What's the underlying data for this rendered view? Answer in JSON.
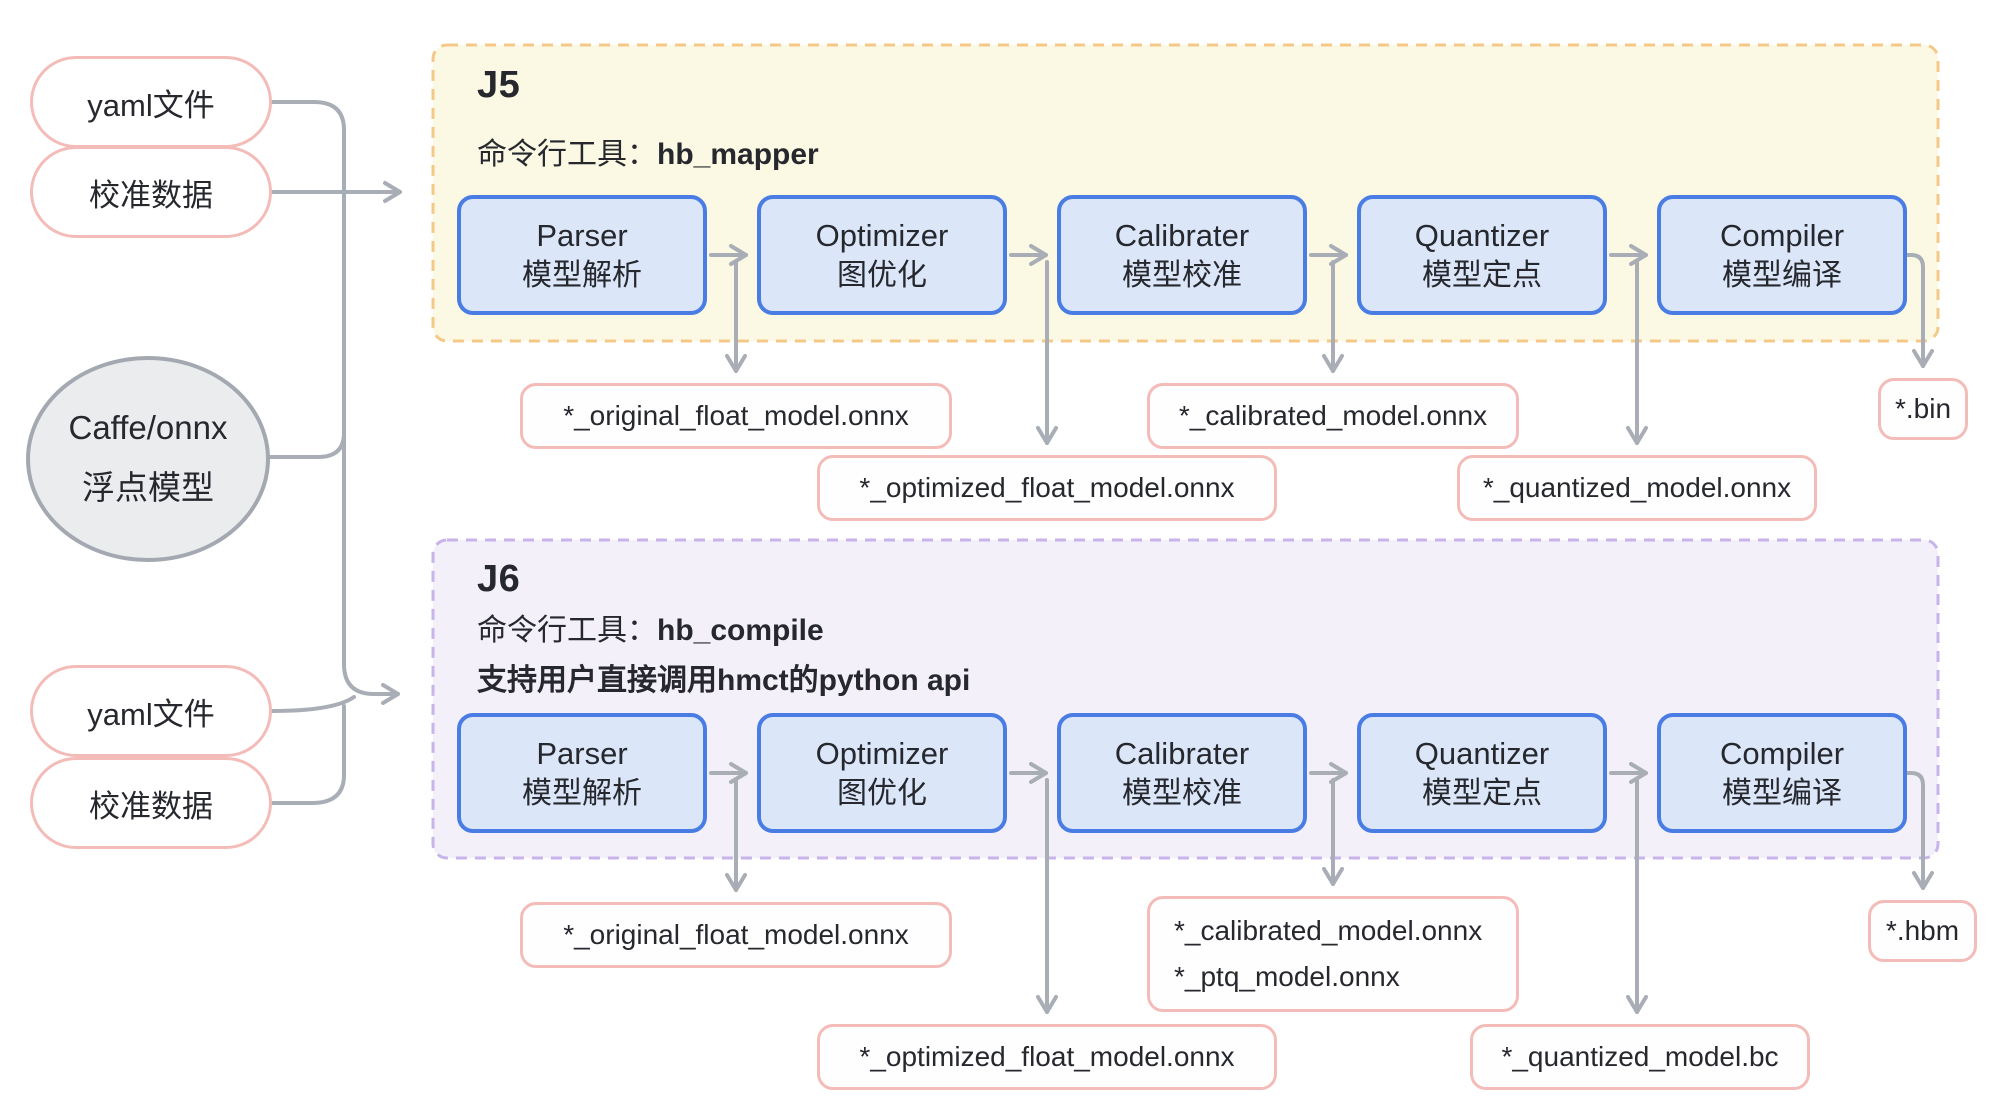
{
  "palette": {
    "j5_panel_bg": "#fbf9e3",
    "j5_panel_border": "#f4c988",
    "j6_panel_bg": "#f3f0fa",
    "j6_panel_border": "#c8b3eb",
    "stage_bg": "#dbe6f9",
    "stage_border": "#4a7de4",
    "pink_border": "#f4bcb8",
    "ellipse_bg": "#eaecee",
    "ellipse_border": "#a4a9b1",
    "connector_gray": "#a9aeb6",
    "text": "#26282e"
  },
  "inputs": {
    "top": [
      {
        "label": "yaml文件"
      },
      {
        "label": "校准数据"
      }
    ],
    "model": {
      "line1": "Caffe/onnx",
      "line2": "浮点模型"
    },
    "bottom": [
      {
        "label": "yaml文件"
      },
      {
        "label": "校准数据"
      }
    ]
  },
  "sections": [
    {
      "id": "J5",
      "title": "J5",
      "tool_prefix": "命令行工具：",
      "tool_name": "hb_mapper",
      "stages": [
        {
          "en": "Parser",
          "zh": "模型解析"
        },
        {
          "en": "Optimizer",
          "zh": "图优化"
        },
        {
          "en": "Calibrater",
          "zh": "模型校准"
        },
        {
          "en": "Quantizer",
          "zh": "模型定点"
        },
        {
          "en": "Compiler",
          "zh": "模型编译"
        }
      ],
      "outputs": {
        "original": "*_original_float_model.onnx",
        "optimized": "*_optimized_float_model.onnx",
        "calibrated": [
          "*_calibrated_model.onnx"
        ],
        "quantized": "*_quantized_model.onnx",
        "final": "*.bin"
      }
    },
    {
      "id": "J6",
      "title": "J6",
      "tool_prefix": "命令行工具：",
      "tool_name": "hb_compile",
      "note": "支持用户直接调用hmct的python api",
      "stages": [
        {
          "en": "Parser",
          "zh": "模型解析"
        },
        {
          "en": "Optimizer",
          "zh": "图优化"
        },
        {
          "en": "Calibrater",
          "zh": "模型校准"
        },
        {
          "en": "Quantizer",
          "zh": "模型定点"
        },
        {
          "en": "Compiler",
          "zh": "模型编译"
        }
      ],
      "outputs": {
        "original": "*_original_float_model.onnx",
        "optimized": "*_optimized_float_model.onnx",
        "calibrated": [
          "*_calibrated_model.onnx",
          "*_ptq_model.onnx"
        ],
        "quantized": "*_quantized_model.bc",
        "final": "*.hbm"
      }
    }
  ]
}
